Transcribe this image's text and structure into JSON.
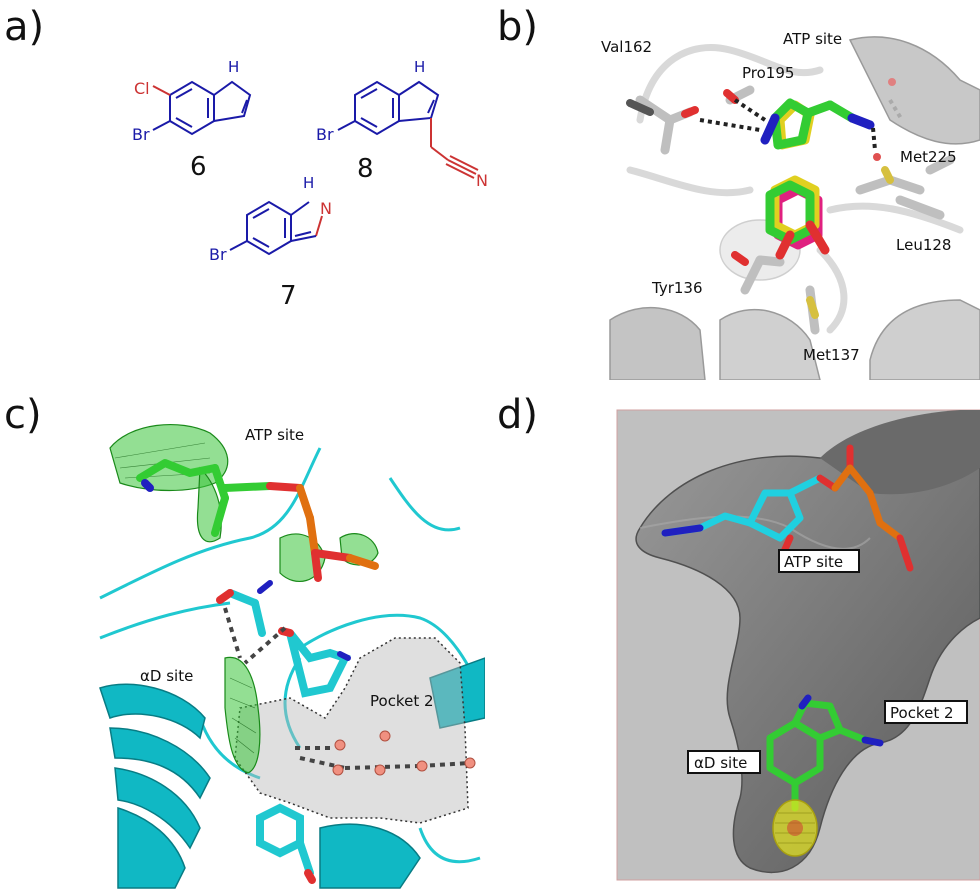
{
  "panels": {
    "a": {
      "letter": "a)",
      "compounds": [
        {
          "number": "6",
          "substituents": [
            "Cl",
            "Br"
          ],
          "nh": "H"
        },
        {
          "number": "8",
          "substituents": [
            "Br",
            "N"
          ],
          "nh": "H"
        },
        {
          "number": "7",
          "substituents": [
            "Br",
            "N"
          ],
          "nh": "H"
        }
      ],
      "nh_text": "N"
    },
    "b": {
      "letter": "b)",
      "labels": {
        "val162": "Val162",
        "atp_site": "ATP site",
        "pro195": "Pro195",
        "met225": "Met225",
        "leu128": "Leu128",
        "tyr136": "Tyr136",
        "met137": "Met137"
      }
    },
    "c": {
      "letter": "c)",
      "labels": {
        "atp_site": "ATP site",
        "ad_site": "αD site",
        "pocket2": "Pocket 2"
      }
    },
    "d": {
      "letter": "d)",
      "labels": {
        "atp_site": "ATP site",
        "pocket2": "Pocket 2",
        "ad_site": "αD site"
      }
    }
  },
  "colors": {
    "carbon_green": "#33cc33",
    "nitrogen_blue": "#2020c0",
    "oxygen_red": "#cc2020",
    "bromine_blue": "#1a1aa8",
    "chlorine_red": "#cc3333",
    "nitrile_red": "#cc3333",
    "cyan": "#00c0c8",
    "gray_protein": "#d8d8d8",
    "surface_gray": "#808080",
    "yellow": "#e0e020",
    "magenta": "#e02080",
    "phosphate_orange": "#e07010"
  }
}
